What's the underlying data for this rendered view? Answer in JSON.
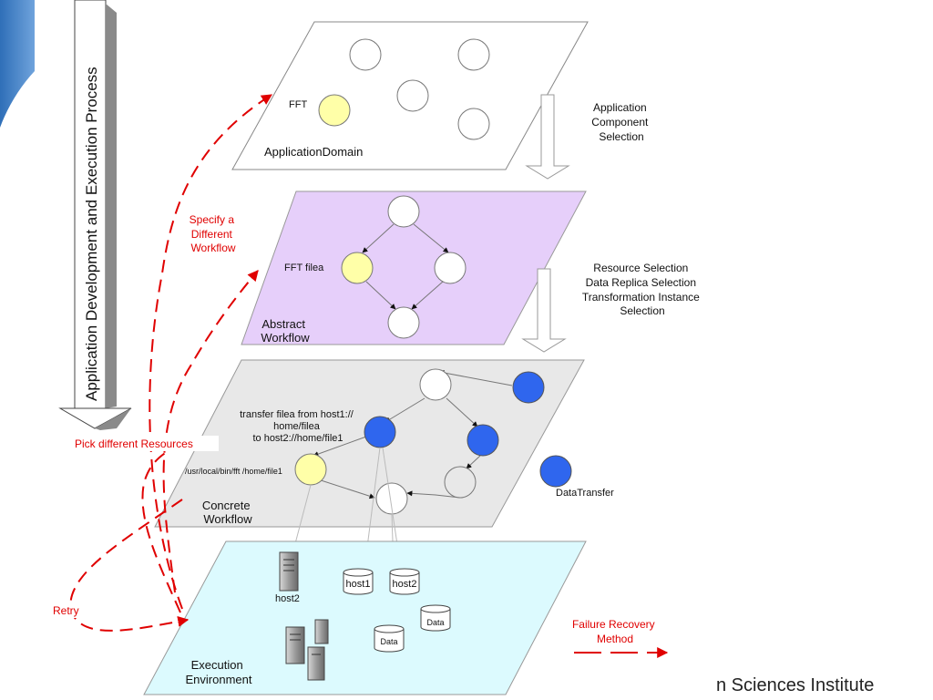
{
  "diagram": {
    "vertical_title": "Application Development and Execution Process",
    "footer": "n Sciences Institute",
    "planes": {
      "application_domain": "ApplicationDomain",
      "abstract_workflow": [
        "Abstract",
        "Workflow"
      ],
      "concrete_workflow": [
        "Concrete",
        "Workflow"
      ],
      "execution_environment": [
        "Execution",
        "Environment"
      ]
    },
    "node_labels": {
      "fft": "FFT",
      "fft_filea": "FFT filea",
      "transfer": [
        "transfer filea from host1://",
        "home/filea",
        "to host2://home/file1"
      ],
      "exec_path": "/usr/local/bin/fft /home/file1",
      "data_transfer": "DataTransfer"
    },
    "side_labels": {
      "app_component_selection": [
        "Application",
        "Component",
        "Selection"
      ],
      "resource_selection": [
        "Resource Selection",
        "Data Replica Selection",
        "Transformation Instance",
        "Selection"
      ]
    },
    "recovery": {
      "specify_workflow": [
        "Specify a",
        "Different",
        "Workflow"
      ],
      "pick_resources": "Pick different Resources",
      "retry": "Retry",
      "legend": [
        "Failure Recovery",
        "Method"
      ]
    },
    "resources": {
      "host2_server": "host2",
      "db_host1": "host1",
      "db_host2": "host2",
      "db_data_right": "Data",
      "db_data_left": "Data"
    },
    "colors": {
      "abstract_plane": "#e6cffa",
      "concrete_plane": "#e8e8e8",
      "execution_plane": "#dcfafe",
      "yellow_node": "#ffffa8",
      "blue_node": "#2f66ee",
      "recovery_red": "#e00000",
      "side_bar": "#3f7fc7"
    }
  }
}
